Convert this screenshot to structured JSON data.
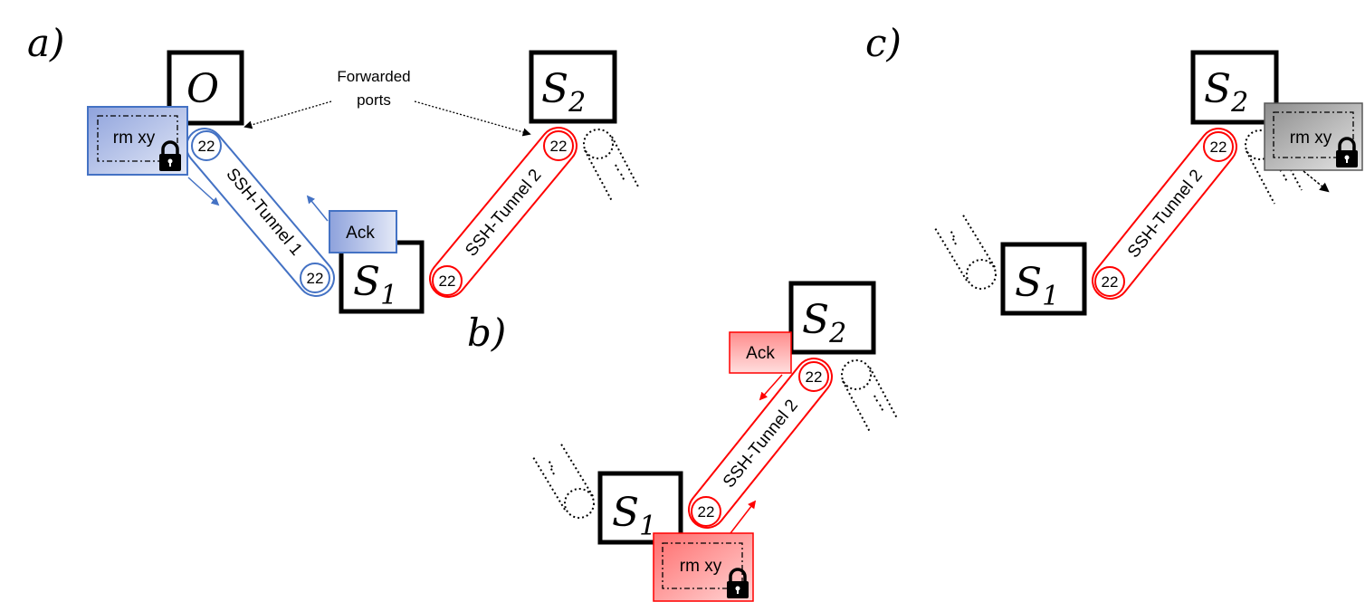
{
  "panels": {
    "a": "a)",
    "b": "b)",
    "c": "c)"
  },
  "nodes": {
    "origin": "O",
    "s1_main": "S",
    "s1_sub": "1",
    "s2_main": "S",
    "s2_sub": "2"
  },
  "port": "22",
  "tunnels": {
    "t1": "SSH-Tunnel 1",
    "t2": "SSH-Tunnel 2"
  },
  "annotations": {
    "forwarded_line1": "Forwarded",
    "forwarded_line2": "ports"
  },
  "messages": {
    "command": "rm xy",
    "ack": "Ack"
  },
  "colors": {
    "blue": "#4472c4",
    "blue_fill": "#b4c2ea",
    "red": "#ff0000",
    "red_fill": "#ff8c8c",
    "gray_fill": "#a6a6a6",
    "black": "#000000"
  }
}
